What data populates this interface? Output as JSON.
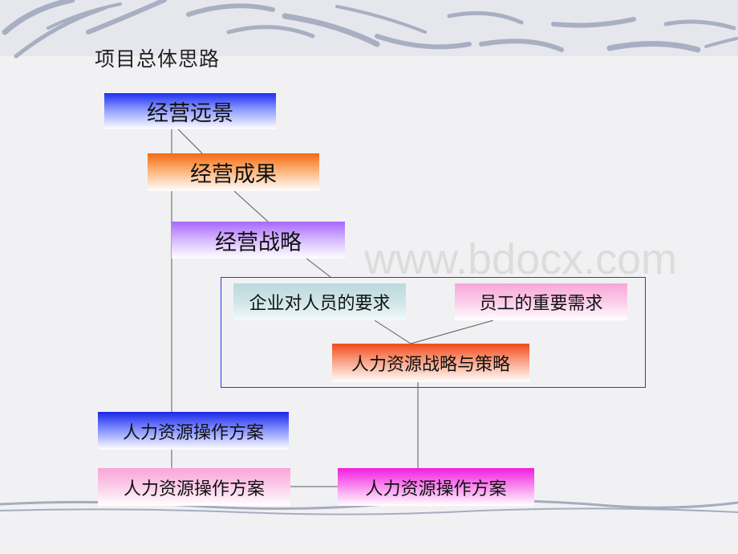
{
  "slide": {
    "title": "项目总体思路",
    "watermark": "www.bdocx.com"
  },
  "nodes": {
    "vision": "经营远景",
    "results": "经营成果",
    "strategy": "经营战略",
    "enterprise_requirements": "企业对人员的要求",
    "employee_needs": "员工的重要需求",
    "hr_strategy": "人力资源战略与策略",
    "hr_plan_1": "人力资源操作方案",
    "hr_plan_2": "人力资源操作方案",
    "hr_plan_3": "人力资源操作方案"
  },
  "colors": {
    "vision": "#1e2ef0",
    "results": "#f36b10",
    "strategy": "#a768ff",
    "enterprise_requirements": "#bcd9dd",
    "employee_needs": "#f8a6d8",
    "hr_strategy": "#f14a1a",
    "hr_plan_1": "#1926e8",
    "hr_plan_2": "#f8a6d8",
    "hr_plan_3": "#f21de0",
    "frame": "#2c3bd6",
    "decor": "#9aa0b8"
  }
}
